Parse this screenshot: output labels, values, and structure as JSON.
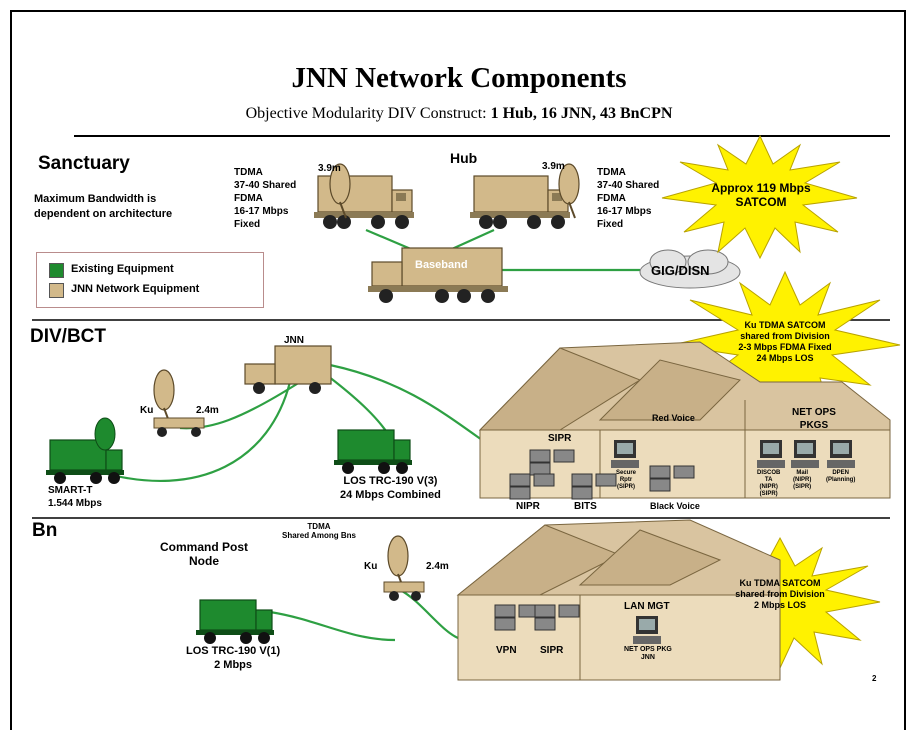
{
  "title": "JNN Network Components",
  "subtitle_prefix": "Objective Modularity DIV Construct: ",
  "subtitle_bold": "1 Hub, 16 JNN, 43 BnCPN",
  "sections": {
    "sanctuary": "Sanctuary",
    "div_bct": "DIV/BCT",
    "bn": "Bn"
  },
  "sanctuary": {
    "bandwidth_note_line1": "Maximum Bandwidth is",
    "bandwidth_note_line2": "dependent on architecture",
    "hub": "Hub",
    "dish_left": "3.9m",
    "dish_right": "3.9m",
    "tdma_left": [
      "TDMA",
      "37-40 Shared",
      "FDMA",
      "16-17 Mbps",
      "Fixed"
    ],
    "tdma_right": [
      "TDMA",
      "37-40 Shared",
      "FDMA",
      "16-17 Mbps",
      "Fixed"
    ],
    "baseband": "Baseband",
    "gig": "GIG/DISN",
    "burst": [
      "Approx 119 Mbps",
      "SATCOM"
    ]
  },
  "legend": {
    "existing": "Existing Equipment",
    "jnn": "JNN Network Equipment",
    "existing_color": "#1e8a2e",
    "jnn_color": "#d2b98a"
  },
  "div": {
    "jnn": "JNN",
    "ku": "Ku",
    "dish": "2.4m",
    "smart_t": [
      "SMART-T",
      "1.544 Mbps"
    ],
    "los": [
      "LOS TRC-190 V(3)",
      "24 Mbps Combined"
    ],
    "burst": [
      "Ku TDMA SATCOM",
      "shared from Division",
      "2-3 Mbps FDMA Fixed",
      "24 Mbps LOS"
    ],
    "tent_labels": {
      "sipr": "SIPR",
      "red_voice": "Red Voice",
      "net_ops": [
        "NET OPS",
        "PKGS"
      ],
      "nipr": "NIPR",
      "bits": "BITS",
      "black_voice": "Black Voice",
      "secure": [
        "Secure",
        "Rptr",
        "(SIPR)"
      ],
      "pkg1": [
        "DISCOB",
        "TA",
        "(NIPR)",
        "(SIPR)"
      ],
      "pkg2": [
        "Mail",
        "(NIPR)",
        "(SIPR)"
      ],
      "pkg3": [
        "DPEN",
        "(Planning)"
      ]
    }
  },
  "bn": {
    "cpn": [
      "Command Post",
      "Node"
    ],
    "tdma": [
      "TDMA",
      "Shared Among Bns"
    ],
    "ku": "Ku",
    "dish": "2.4m",
    "los": [
      "LOS TRC-190 V(1)",
      "2 Mbps"
    ],
    "burst": [
      "Ku TDMA SATCOM",
      "shared from Division",
      "2 Mbps LOS"
    ],
    "tent_labels": {
      "vpn": "VPN",
      "sipr": "SIPR",
      "lan_mgt": "LAN MGT",
      "net_ops": [
        "NET OPS PKG",
        "JNN"
      ]
    }
  },
  "page_number": "2"
}
